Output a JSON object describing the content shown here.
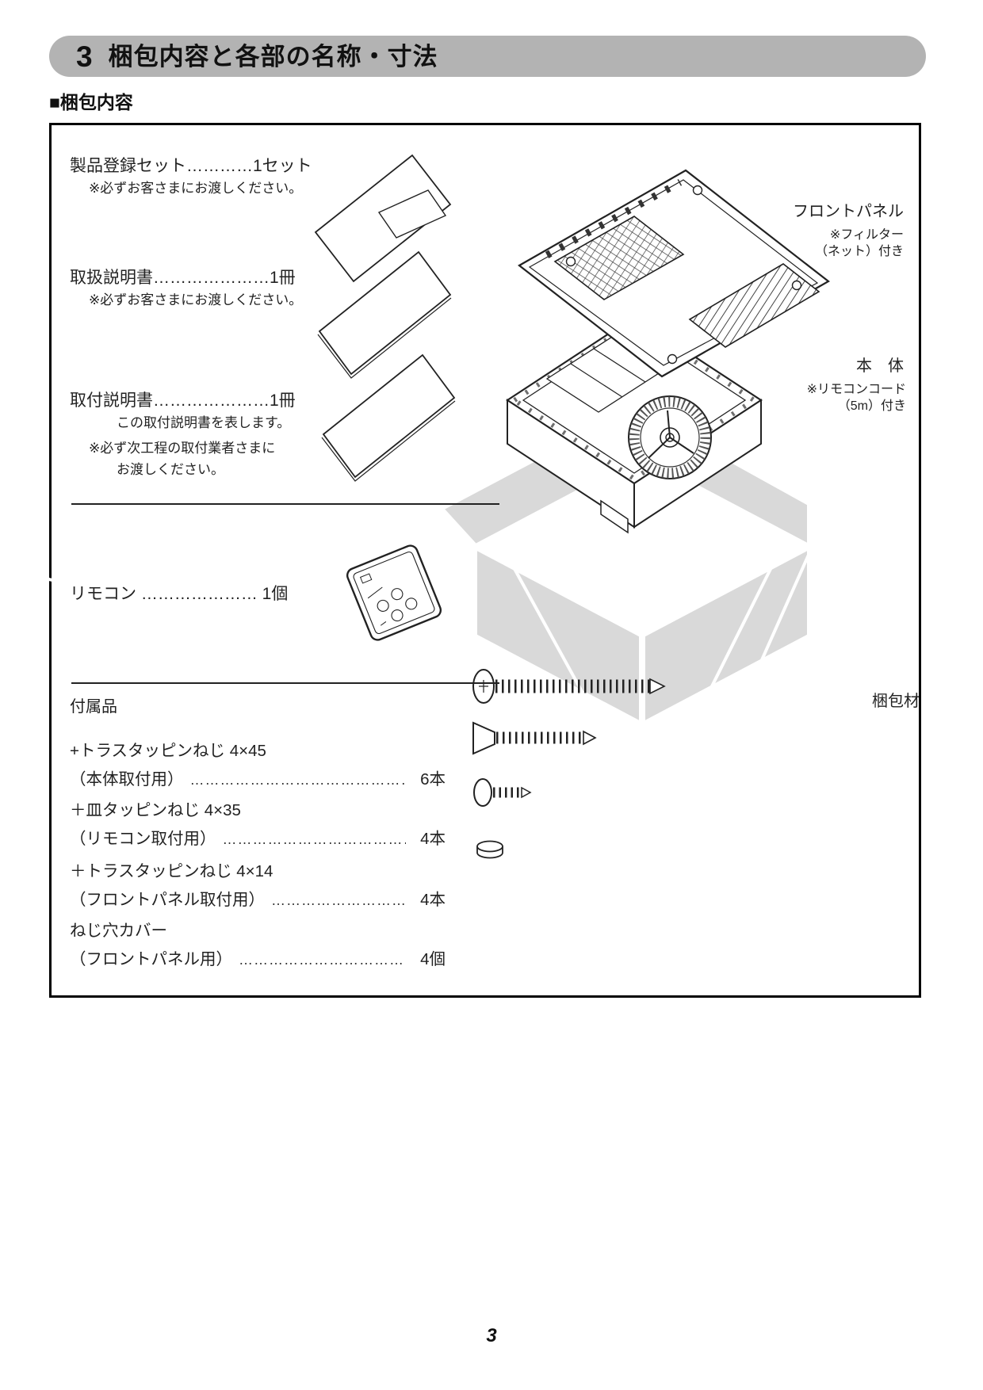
{
  "header": {
    "number": "3",
    "title": "梱包内容と各部の名称・寸法"
  },
  "subheading": "■梱包内容",
  "contents": {
    "item1": {
      "label": "製品登録セット…………1セット",
      "note1": "※必ずお客さまにお渡しください。"
    },
    "item2": {
      "label": "取扱説明書…………………1冊",
      "note1": "※必ずお客さまにお渡しください。"
    },
    "item3": {
      "label": "取付説明書…………………1冊",
      "note1": "この取付説明書を表します。",
      "note2": "※必ず次工程の取付業者さまに",
      "note3": "お渡しください。"
    },
    "item4": {
      "label": "リモコン ………………… 1個"
    }
  },
  "accessories": {
    "heading": "付属品",
    "row1": {
      "line1": "+トラスタッピンねじ 4×45",
      "line2": "（本体取付用）",
      "leader": "……………………………………………………………………",
      "count": "6本"
    },
    "row2": {
      "line1": "＋皿タッピンねじ 4×35",
      "line2": "（リモコン取付用）",
      "leader": "……………………………………………………………………",
      "count": "4本"
    },
    "row3": {
      "line1": "＋トラスタッピンねじ 4×14",
      "line2": "（フロントパネル取付用）",
      "leader": "……………………………………………………………………",
      "count": "4本"
    },
    "row4": {
      "line1": "ねじ穴カバー",
      "line2": "（フロントパネル用）",
      "leader": "……………………………………………………………………",
      "count": "4個"
    }
  },
  "diagram": {
    "front_panel_label": "フロントパネル",
    "front_panel_note1": "※フィルター",
    "front_panel_note2": "（ネット）付き",
    "body_label": "本　体",
    "body_note1": "※リモコンコード",
    "body_note2": "（5m）付き",
    "packing_label": "梱包材"
  },
  "page_number": "3"
}
